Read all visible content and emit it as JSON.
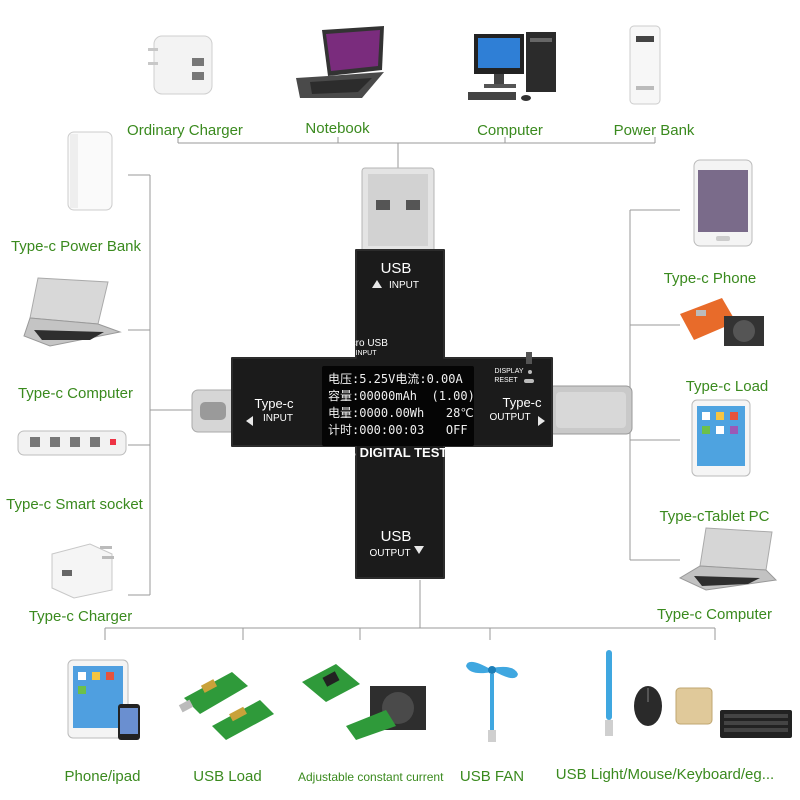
{
  "top_devices": [
    {
      "label": "Ordinary Charger",
      "icon": "charger-icon"
    },
    {
      "label": "Notebook",
      "icon": "notebook-icon"
    },
    {
      "label": "Computer",
      "icon": "desktop-computer-icon"
    },
    {
      "label": "Power Bank",
      "icon": "power-bank-icon"
    }
  ],
  "left_devices": [
    {
      "label": "Type-c Power Bank",
      "icon": "power-bank-icon"
    },
    {
      "label": "Type-c Computer",
      "icon": "laptop-icon"
    },
    {
      "label": "Type-c Smart socket",
      "icon": "power-strip-icon"
    },
    {
      "label": "Type-c Charger",
      "icon": "charger-icon"
    }
  ],
  "right_devices": [
    {
      "label": "Type-c Phone",
      "icon": "phone-icon"
    },
    {
      "label": "Type-c Load",
      "icon": "load-board-icon"
    },
    {
      "label": "Type-cTablet PC",
      "icon": "tablet-icon"
    },
    {
      "label": "Type-c Computer",
      "icon": "laptop-icon"
    }
  ],
  "bottom_devices": [
    {
      "label": "Phone/ipad",
      "icon": "tablet-phone-icon"
    },
    {
      "label": "USB Load",
      "icon": "usb-load-icon"
    },
    {
      "label": "Adjustable constant current",
      "icon": "constant-current-load-icon"
    },
    {
      "label": "USB FAN",
      "icon": "usb-fan-icon"
    },
    {
      "label": "USB Light/Mouse/Keyboard/eg...",
      "icon": "usb-peripherals-icon"
    }
  ],
  "tester": {
    "title": "USB DIGITAL TESTER",
    "usb_input_top": "USB",
    "usb_input_sub": "INPUT",
    "micro_usb": "Micro USB",
    "micro_usb_sub": "INPUT",
    "typec_left": "Type-c",
    "typec_left_sub": "INPUT",
    "typec_right": "Type-c",
    "typec_right_sub": "OUTPUT",
    "usb_output_top": "USB",
    "usb_output_sub": "OUTPUT",
    "display_btn": "DISPLAY",
    "reset_btn": "RESET",
    "lcd_lines": [
      "电压:5.25V电流:0.00A",
      "容量:00000mAh  (1.00)",
      "电量:0000.00Wh   28℃",
      "计时:000:00:03   OFF"
    ],
    "body_color": "#1b1b1b"
  }
}
